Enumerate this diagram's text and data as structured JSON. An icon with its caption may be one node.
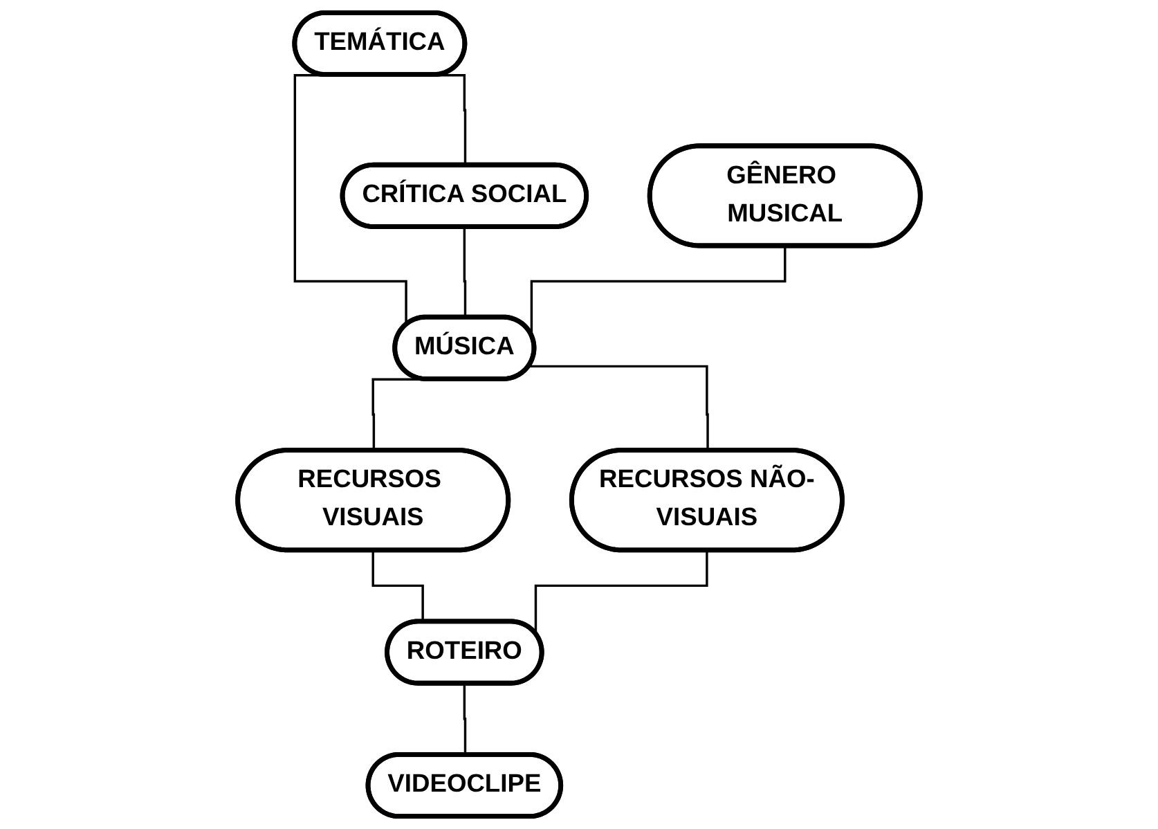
{
  "diagram": {
    "nodes": [
      {
        "text": [
          "TEMÁTICA"
        ]
      },
      {
        "text": [
          "CRÍTICA SOCIAL"
        ]
      },
      {
        "text": [
          "GÊNERO MUSICAL"
        ]
      },
      {
        "text": [
          "MÚSICA"
        ]
      },
      {
        "text": [
          "RECURSOS VISUAIS"
        ]
      },
      {
        "text": [
          "RECURSOS NÃO-VISUAIS"
        ]
      },
      {
        "text": [
          "ROTEIRO"
        ]
      },
      {
        "text": [
          "VIDEOCLIPE"
        ]
      }
    ],
    "edges": [
      {
        "from": 0,
        "to": 1,
        "arrow": "none"
      },
      {
        "from": 0,
        "to": 3,
        "arrow": "none"
      },
      {
        "from": 1,
        "to": 3,
        "arrow": "none"
      },
      {
        "from": 2,
        "to": 3,
        "arrow": "none"
      },
      {
        "from": 3,
        "to": 4,
        "arrow": "none"
      },
      {
        "from": 3,
        "to": 5,
        "arrow": "none"
      },
      {
        "from": 4,
        "to": 6,
        "arrow": "none"
      },
      {
        "from": 5,
        "to": 6,
        "arrow": "none"
      },
      {
        "from": 6,
        "to": 7,
        "arrow": "none"
      }
    ]
  }
}
